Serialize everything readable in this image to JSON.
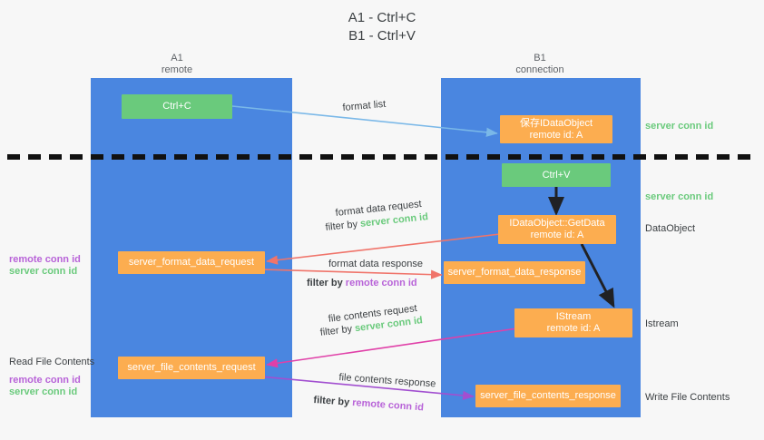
{
  "title": {
    "line1": "A1 - Ctrl+C",
    "line2": "B1 - Ctrl+V"
  },
  "lanes": [
    {
      "id": "a1",
      "name": "A1",
      "sub": "remote"
    },
    {
      "id": "b1",
      "name": "B1",
      "sub": "connection"
    }
  ],
  "colors": {
    "lane": "#4a86e0",
    "green_box": "#6aca7c",
    "orange_box": "#fcad50",
    "server_conn": "#6aca7c",
    "remote_conn": "#b863d8",
    "arrow_blue": "#7ab8e8",
    "arrow_red": "#f0746a",
    "arrow_magenta": "#e040a8",
    "arrow_purple": "#a24fd0",
    "arrow_black": "#202124",
    "divider": "#111111",
    "background": "#f7f7f7",
    "text": "#3c4043"
  },
  "boxes": {
    "ctrl_c": {
      "label": "Ctrl+C"
    },
    "ctrl_v": {
      "label": "Ctrl+V"
    },
    "save_idataobject": {
      "line1": "保存IDataObject",
      "line2": "remote id: A"
    },
    "getdata": {
      "line1": "IDataObject::GetData",
      "line2": "remote id: A"
    },
    "istream": {
      "line1": "IStream",
      "line2": "remote id: A"
    },
    "format_data_request": {
      "label": "server_format_data_request"
    },
    "format_data_response": {
      "label": "server_format_data_response"
    },
    "file_contents_request": {
      "label": "server_file_contents_request"
    },
    "file_contents_response": {
      "label": "server_file_contents_response"
    }
  },
  "edge_labels": {
    "format_list": "format list",
    "format_data_request": "format data request",
    "format_data_request_filter_prefix": "filter by ",
    "format_data_request_filter_key": "server conn id",
    "format_data_response": "format data response",
    "format_data_response_filter_prefix": "filter by ",
    "format_data_response_filter_key": "remote conn id",
    "file_contents_request": "file contents request",
    "file_contents_request_filter_prefix": "filter by ",
    "file_contents_request_filter_key": "server conn id",
    "file_contents_response": "file contents response",
    "file_contents_response_filter_prefix": "filter by ",
    "file_contents_response_filter_key": "remote conn id"
  },
  "right_labels": {
    "server_conn_top": "server conn id",
    "server_conn_mid": "server conn id",
    "dataobject": "DataObject",
    "istream": "Istream",
    "write_file_contents": "Write File Contents"
  },
  "left_labels": {
    "remote_conn_mid": "remote conn id",
    "server_conn_mid": "server conn id",
    "read_file_contents": "Read File Contents",
    "remote_conn_bottom": "remote conn id",
    "server_conn_bottom": "server conn id"
  }
}
